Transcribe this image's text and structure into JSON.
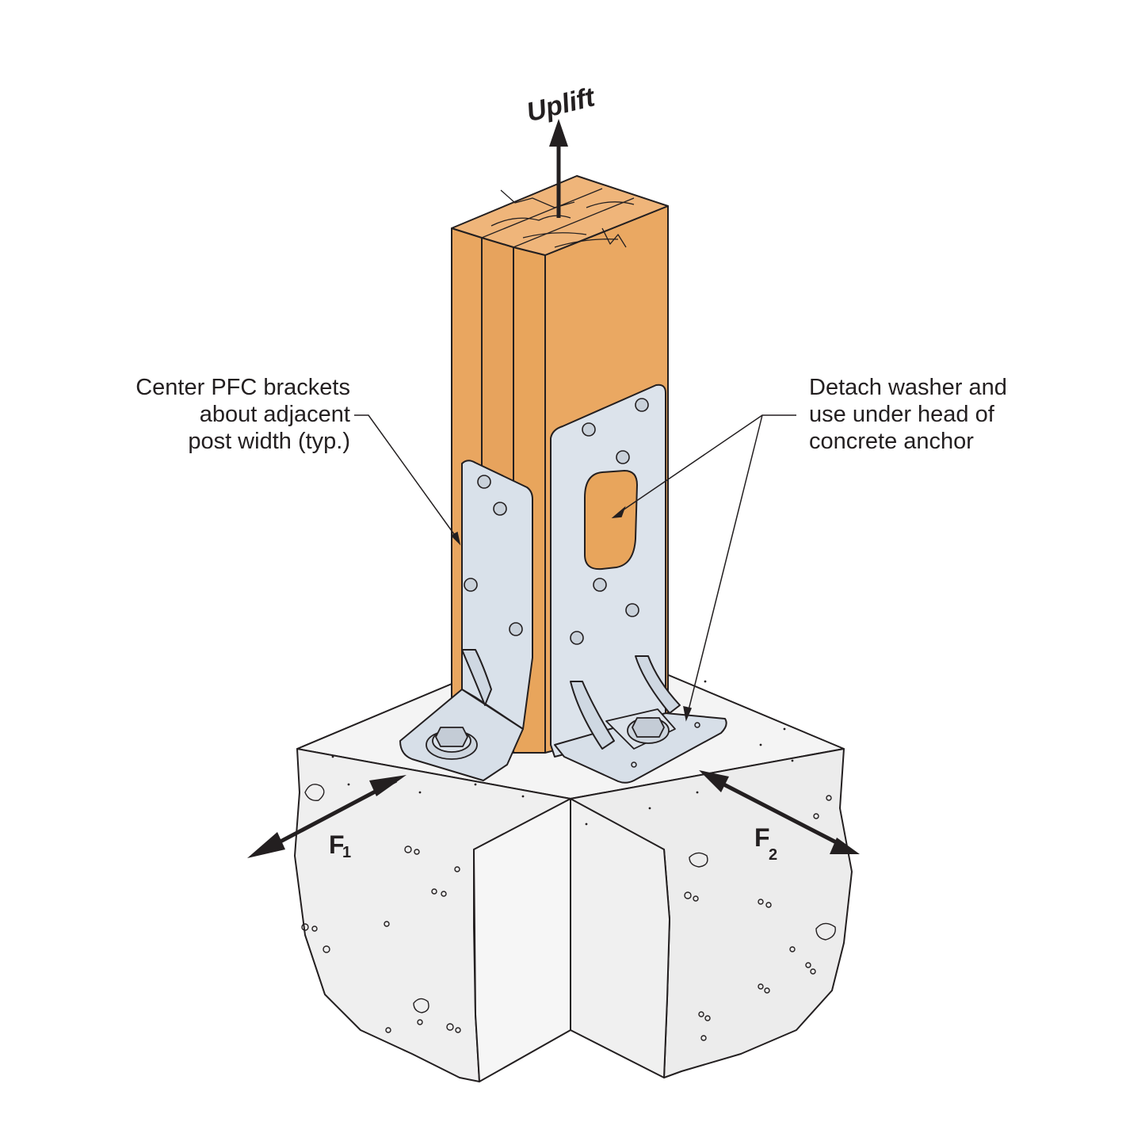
{
  "labels": {
    "uplift": "Uplift",
    "f1_main": "F",
    "f1_sub": "1",
    "f2_main": "F",
    "f2_sub": "2"
  },
  "notes": {
    "left": [
      "Center PFC brackets",
      "about adjacent",
      "post width (typ.)"
    ],
    "right": [
      "Detach washer and",
      "use under head of",
      "concrete anchor"
    ]
  },
  "colors": {
    "wood": "#e8a55c",
    "wood_end_grain": "#efb57a",
    "steel": "#d9e1ea",
    "concrete": "#f2f2f2",
    "line": "#231f20"
  }
}
